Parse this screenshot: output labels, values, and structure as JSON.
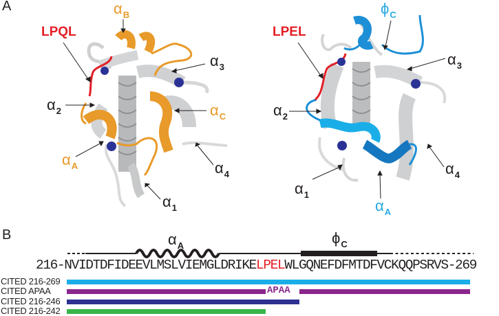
{
  "panelA": {
    "letter": "A",
    "left_structure": {
      "motif": "LPQL",
      "motif_color": "#e41e26",
      "highlight_color": "#e89a2a",
      "labels": {
        "alphaB": {
          "greek": "α",
          "sub": "B",
          "color": "#e89a2a"
        },
        "alpha3": {
          "greek": "α",
          "sub": "3",
          "color": "#231f20"
        },
        "alpha2": {
          "greek": "α",
          "sub": "2",
          "color": "#231f20"
        },
        "alphaC": {
          "greek": "α",
          "sub": "C",
          "color": "#e89a2a"
        },
        "alphaA": {
          "greek": "α",
          "sub": "A",
          "color": "#e89a2a"
        },
        "alpha4": {
          "greek": "α",
          "sub": "4",
          "color": "#231f20"
        },
        "alpha1": {
          "greek": "α",
          "sub": "1",
          "color": "#231f20"
        }
      }
    },
    "right_structure": {
      "motif": "LPEL",
      "motif_color": "#e41e26",
      "highlight_color": "#1c8fd6",
      "labels": {
        "phiC": {
          "greek": "ϕ",
          "sub": "C",
          "color": "#29a9e1"
        },
        "alpha3": {
          "greek": "α",
          "sub": "3",
          "color": "#231f20"
        },
        "alpha2": {
          "greek": "α",
          "sub": "2",
          "color": "#231f20"
        },
        "alpha4": {
          "greek": "α",
          "sub": "4",
          "color": "#231f20"
        },
        "alpha1": {
          "greek": "α",
          "sub": "1",
          "color": "#231f20"
        },
        "alphaA": {
          "greek": "α",
          "sub": "A",
          "color": "#29a9e1"
        }
      }
    }
  },
  "panelB": {
    "letter": "B",
    "secondary_structure": {
      "helix_label": {
        "greek": "α",
        "sub": "A"
      },
      "strand_label": {
        "greek": "ϕ",
        "sub": "C"
      }
    },
    "sequence": {
      "start": "216-",
      "before_motif": "NVIDTDFIDEEVLMSLVIEMGLDRIKE",
      "motif": "LPEL",
      "after_motif": "WLGQNEFDFMTDFVCKQQPSRVS",
      "end": "-269",
      "motif_color": "#e41e26"
    },
    "constructs": [
      {
        "label": "CITED 216-269",
        "color": "#1aaee8"
      },
      {
        "label": "CITED APAA",
        "color": "#8b268c",
        "mutation": "APAA"
      },
      {
        "label": "CITED 216-246",
        "color": "#2e3192"
      },
      {
        "label": "CITED 216-242",
        "color": "#39b54a"
      }
    ]
  }
}
